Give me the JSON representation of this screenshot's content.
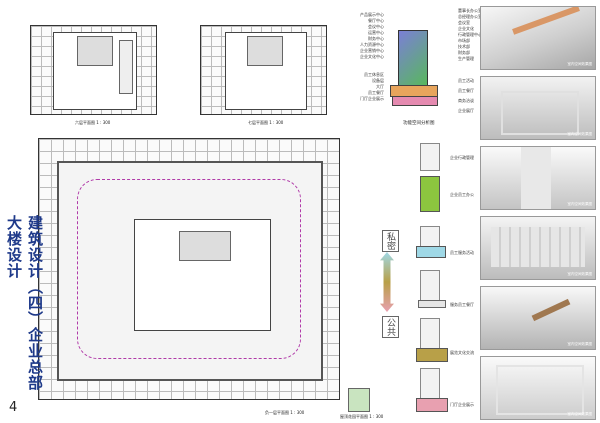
{
  "plans": {
    "six": {
      "caption": "六层平面图 1 : 300"
    },
    "seven": {
      "caption": "七层平面图 1 : 300"
    },
    "ground": {
      "caption": "负一层平面图 1 : 300"
    }
  },
  "axonometric": {
    "title": "功能空间分析图",
    "labels_left": [
      "产品展示中心",
      "餐厅中心",
      "会议中心",
      "运营中心",
      "财务中心",
      "人力资源中心",
      "企业营销中心",
      "企业文化中心",
      "员工休息区",
      "设备层",
      "大厅",
      "员工餐厅",
      "门厅企业展示"
    ],
    "labels_right": [
      "董事长办公室",
      "总经理办公室",
      "会议室",
      "企业文化",
      "行政管理中心",
      "市场部",
      "技术部",
      "财务部",
      "生产管理",
      "员工活动",
      "员工餐厅",
      "商务洽谈",
      "企业展厅"
    ]
  },
  "functions": [
    {
      "label": "企业行政管理",
      "color": "#f2f2f2"
    },
    {
      "label": "企业员工办公",
      "color": "#8cc63f"
    },
    {
      "label": "员工服务活动",
      "color": "#9fd8e6"
    },
    {
      "label": "服务员工餐厅",
      "color": "#e6e6e6"
    },
    {
      "label": "展览文化交流",
      "color": "#b8a048"
    },
    {
      "label": "门厅企业展示",
      "color": "#e8a0b0"
    }
  ],
  "vertical": {
    "top": "私密",
    "bottom": "公共"
  },
  "title": {
    "main": "建筑设计（四）企业总部大楼设计",
    "page": "4"
  },
  "photos": {
    "caption": "室内空间效果图"
  },
  "small_plan": {
    "caption": "屋顶花园平面图 1 : 300"
  }
}
